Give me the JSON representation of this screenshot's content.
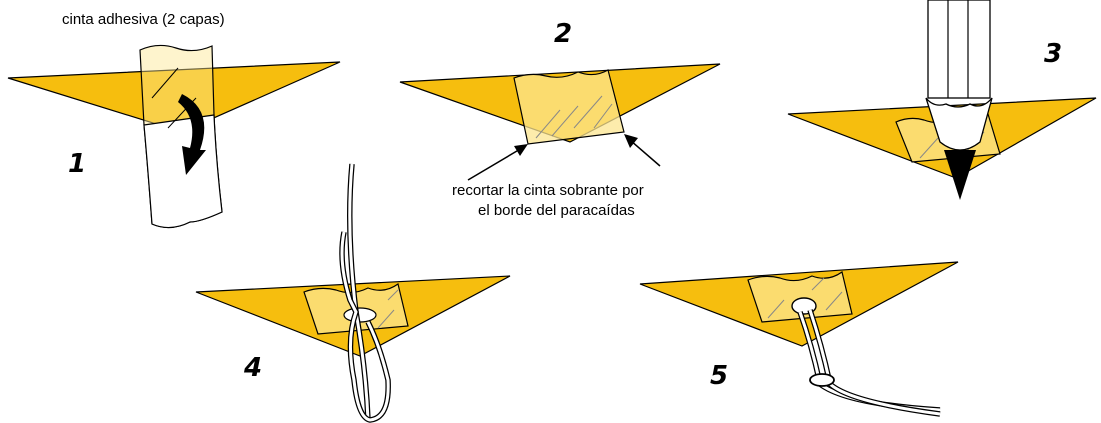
{
  "labels": {
    "tape_note": "cinta adhesiva (2 capas)",
    "trim_line1": "recortar la cinta sobrante por",
    "trim_line2": "el borde del paracaídas"
  },
  "steps": [
    "1",
    "2",
    "3",
    "4",
    "5"
  ],
  "colors": {
    "parachute": "#F6BE0E",
    "tape": "#FCE690",
    "outline": "#000000"
  }
}
